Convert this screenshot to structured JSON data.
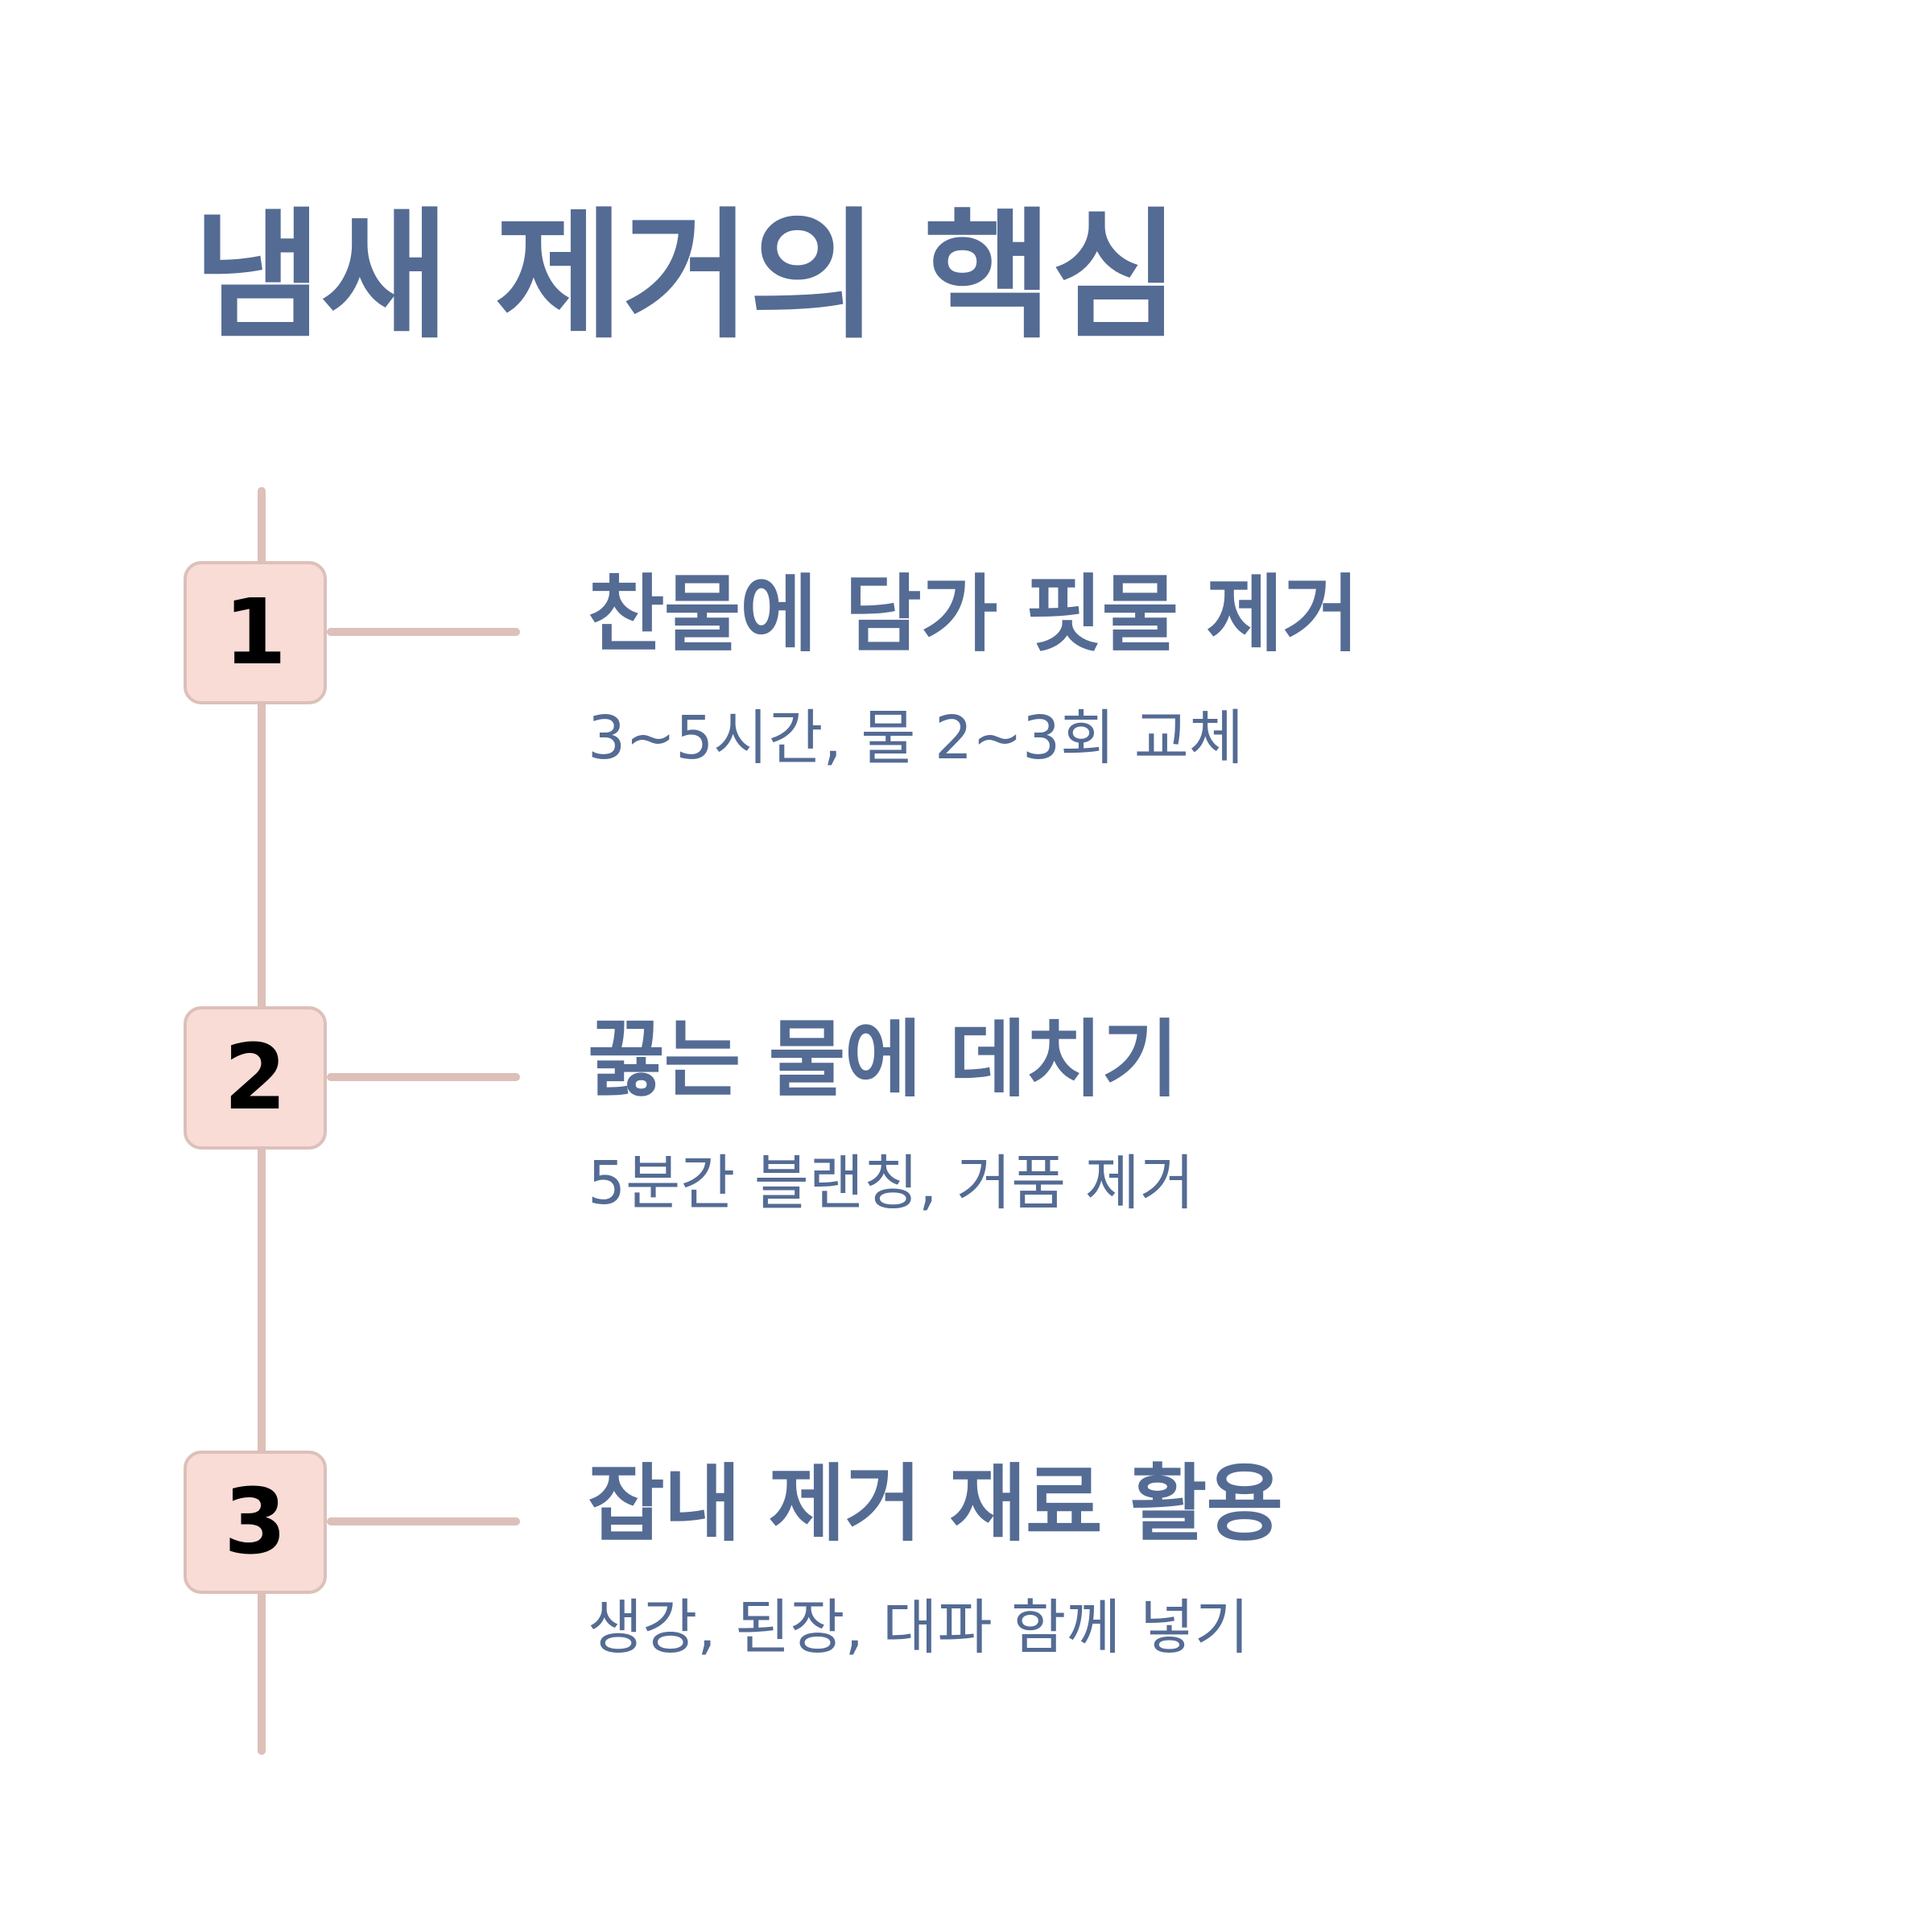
{
  "title": "냄새 제거의 핵심",
  "colors": {
    "text": "#546b94",
    "box_fill": "#f8dcd5",
    "line": "#dcc0b9",
    "number": "#000000",
    "background": "#ffffff"
  },
  "steps": [
    {
      "number": "1",
      "title": "찬물에 담가 핏물 제거",
      "description": "3~5시간, 물 2~3회 교체"
    },
    {
      "number": "2",
      "title": "끓는 물에 데치기",
      "description": "5분간 블랜칭, 거품 제거"
    },
    {
      "number": "3",
      "title": "잡내 제거 재료 활용",
      "description": "생강, 된장, 대파 함께 넣기"
    }
  ]
}
